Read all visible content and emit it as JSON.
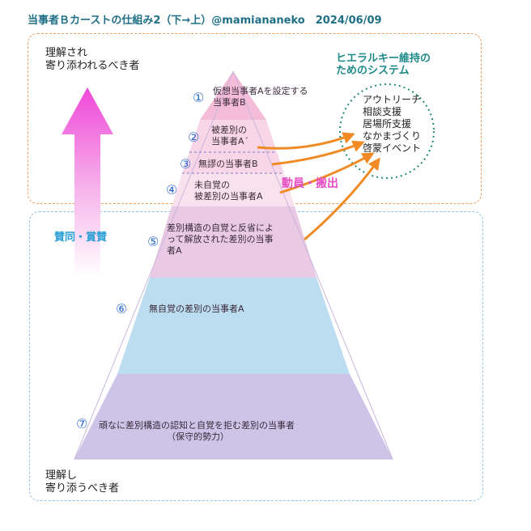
{
  "title": "当事者Ｂカーストの仕組み2（下→上）@mamiananeko　2024/06/09",
  "top_region": {
    "line1": "理解され",
    "line2": "寄り添われるべき者"
  },
  "bottom_region": {
    "line1": "理解し",
    "line2": "寄り添うべき者"
  },
  "system": {
    "title_line1": "ヒエラルキー維持の",
    "title_line2": "ためのシステム",
    "items": [
      "アウトリーチ",
      "相談支援",
      "居場所支援",
      "なかまづくり",
      "啓蒙イベント"
    ]
  },
  "mobilize_label": "動員・搬出",
  "praise_label": "賛同・賞賛",
  "levels": [
    {
      "number": "①",
      "line1": "仮想当事者Aを設定する",
      "line2": "当事者B",
      "line3": "",
      "color": "#f4bcd8"
    },
    {
      "number": "②",
      "line1": "被差別の",
      "line2": "当事者A´",
      "line3": "",
      "color": "#f8d6e8"
    },
    {
      "number": "③",
      "line1": "無謬の当事者B",
      "line2": "",
      "line3": "",
      "color": "#f8d6e8"
    },
    {
      "number": "④",
      "line1": "未自覚の",
      "line2": "被差別の当事者A",
      "line3": "",
      "color": "#f9e2ee"
    },
    {
      "number": "⑤",
      "line1": "差別構造の自覚と反省によ",
      "line2": "って解放された差別の当事",
      "line3": "者A",
      "color": "#e9c9e4"
    },
    {
      "number": "⑥",
      "line1": "無自覚の差別の当事者A",
      "line2": "",
      "line3": "",
      "color": "#bcdcf0"
    },
    {
      "number": "⑦",
      "line1": "頑なに差別構造の認知と自覚を拒む差別の当事者",
      "line2": "（保守的勢力）",
      "line3": "",
      "color": "#cdc4e8"
    }
  ],
  "colors": {
    "title": "#1f6f86",
    "top_border": "#f0a060",
    "bottom_border": "#8fc4e8",
    "arrow_orange": "#f08a24",
    "circle_teal": "#1f8a7a",
    "magenta": "#e64fc4",
    "praise_blue": "#2a9fd6"
  }
}
